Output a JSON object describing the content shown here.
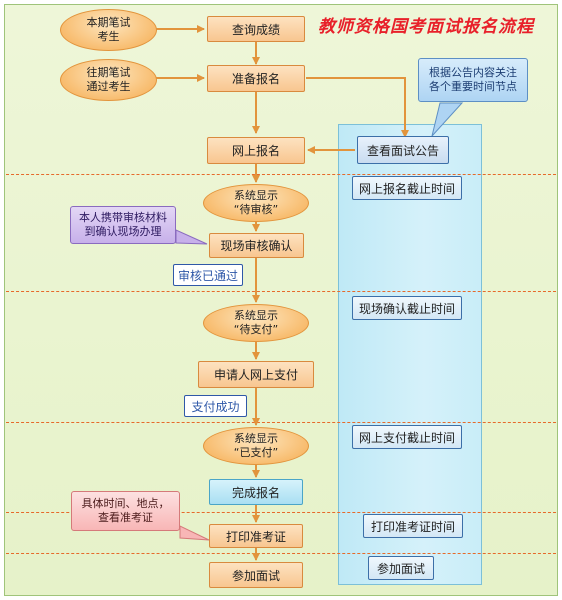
{
  "title": "教师资格国考面试报名流程",
  "nodes": {
    "current_candidates": [
      "本期笔试",
      "考生"
    ],
    "previous_candidates": [
      "往期笔试",
      "通过考生"
    ],
    "check_score": "查询成绩",
    "prepare_registration": "准备报名",
    "online_registration": "网上报名",
    "show_pending_review": [
      "系统显示",
      "“待审核”"
    ],
    "onsite_review": "现场审核确认",
    "show_pending_payment": [
      "系统显示",
      "“待支付”"
    ],
    "applicant_payment": "申请人网上支付",
    "show_paid": [
      "系统显示",
      "“已支付”"
    ],
    "complete_registration": "完成报名",
    "print_ticket": "打印准考证",
    "attend_interview": "参加面试"
  },
  "labels": {
    "review_passed": "审核已通过",
    "payment_success": "支付成功"
  },
  "callouts": {
    "announcement_note": [
      "根据公告内容关注",
      "各个重要时间节点"
    ],
    "onsite_note": [
      "本人携带审核材料",
      "到确认现场办理"
    ],
    "ticket_note": [
      "具体时间、地点，",
      "查看准考证"
    ]
  },
  "timeline": {
    "check_announcement": "查看面试公告",
    "online_reg_deadline": "网上报名截止时间",
    "onsite_confirm_deadline": "现场确认截止时间",
    "online_pay_deadline": "网上支付截止时间",
    "print_ticket_time": "打印准考证时间",
    "attend_interview": "参加面试"
  },
  "colors": {
    "title": "#e8202a",
    "arrow": "#e2943c",
    "dash": "#e66a2a",
    "column": "#bfe9f6",
    "node_orange": "#f8c690",
    "callout_blue": "#aed4f3",
    "callout_purple": "#c7b0ea",
    "callout_pink": "#f8b6b6"
  }
}
